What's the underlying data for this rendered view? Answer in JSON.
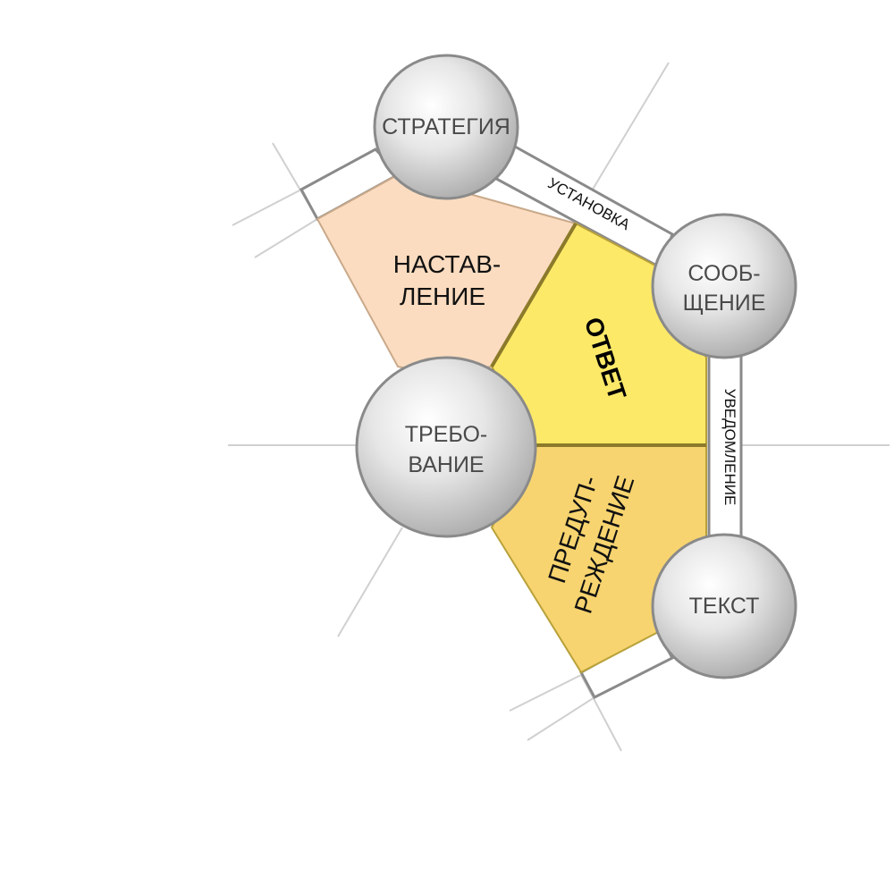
{
  "nodes": {
    "strategy": {
      "line1": "СТРАТЕГИЯ",
      "line2": ""
    },
    "message": {
      "line1": "СООБ-",
      "line2": "ЩЕНИЕ"
    },
    "requirement": {
      "line1": "ТРЕБО-",
      "line2": "ВАНИЕ"
    },
    "text": {
      "line1": "ТЕКСТ",
      "line2": ""
    }
  },
  "regions": {
    "instruction": {
      "line1": "НАСТАВ-",
      "line2": "ЛЕНИЕ",
      "color": "#fbdcc0"
    },
    "answer": {
      "line1": "ОТВЕТ",
      "color": "#fde968"
    },
    "warning": {
      "line1": "ПРЕДУП-",
      "line2": "РЕЖДЕНИЕ",
      "color": "#f7d46f"
    }
  },
  "edges": {
    "setting": {
      "label": "УСТАНОВКА"
    },
    "notification": {
      "label": "УВЕДОМЛЕНИЕ"
    }
  }
}
